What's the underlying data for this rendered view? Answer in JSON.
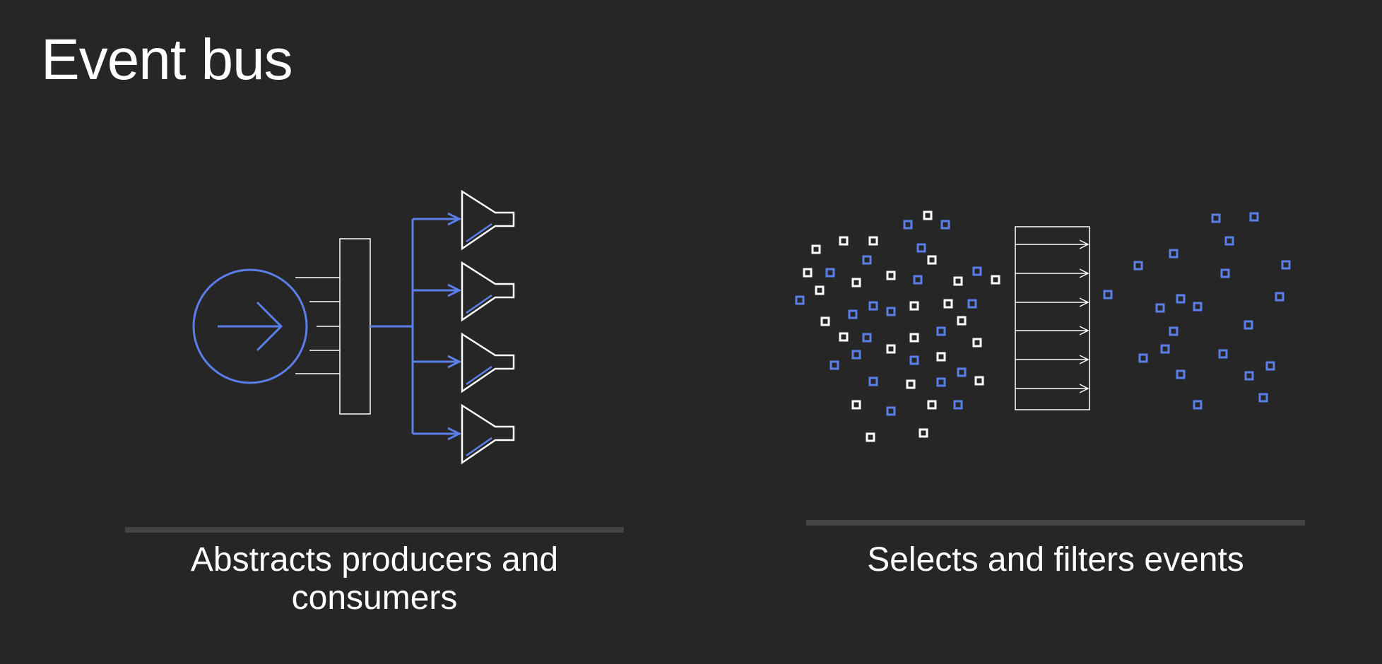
{
  "slide": {
    "title": "Event bus"
  },
  "panels": [
    {
      "caption": "Abstracts producers and consumers"
    },
    {
      "caption": "Selects and filters events"
    }
  ],
  "colors": {
    "background": "#262626",
    "accent_blue": "#5b7fe8",
    "line_white": "#ffffff",
    "divider": "#444444"
  },
  "icons": [
    "producer-arrow-circle-icon",
    "event-bus-bar-icon",
    "consumer-funnel-icon",
    "event-filter-icon"
  ]
}
